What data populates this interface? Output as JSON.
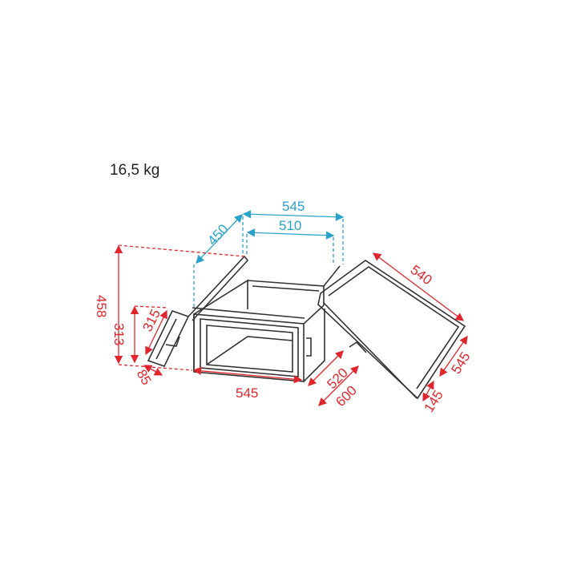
{
  "weight": "16,5 kg",
  "colors": {
    "red": "#e0262c",
    "blue": "#2aa3cc",
    "line": "#333333"
  },
  "dimensions": {
    "top_outer_width": "545",
    "top_inner_width": "510",
    "top_depth": "450",
    "total_height": "458",
    "lid_height": "313",
    "lid_slant": "315",
    "lid_thickness": "85",
    "front_width": "545",
    "inner_depth": "520",
    "outer_depth": "600",
    "right_lid_length": "540",
    "right_lid_width": "545",
    "right_lid_thickness": "145"
  }
}
